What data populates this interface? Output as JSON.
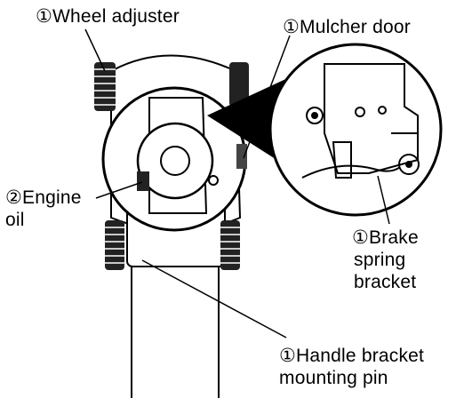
{
  "labels": {
    "wheel_adjuster": {
      "mark": "①",
      "text": "Wheel adjuster"
    },
    "mulcher_door": {
      "mark": "①",
      "text": "Mulcher door"
    },
    "engine_oil": {
      "mark": "②",
      "line1": "Engine",
      "line2": "oil"
    },
    "brake_spring_bracket": {
      "mark": "①",
      "line1": "Brake",
      "line2": "spring",
      "line3": "bracket"
    },
    "handle_bracket_mounting_pin": {
      "mark": "①",
      "line1": "Handle bracket",
      "line2": "mounting pin"
    }
  },
  "icons": [
    "lawn-mower-top-view",
    "brake-detail-inset"
  ]
}
